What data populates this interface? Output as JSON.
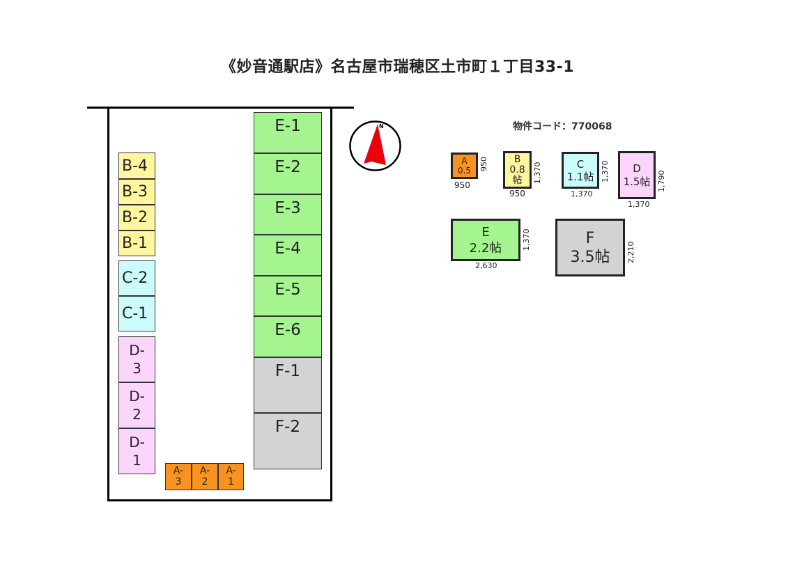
{
  "title": "《妙音通駅店》名古屋市瑞穂区土市町１丁目33-1",
  "property_code": "物件コード：770068",
  "compass": {
    "label": "N",
    "icon": "north-arrow-icon",
    "arrow_color": "#e8000b"
  },
  "colors": {
    "A": "#f7931e",
    "B": "#fff6a0",
    "C": "#ccfbfb",
    "D": "#fcd5fc",
    "E": "#a4f58f",
    "F": "#d3d3d3"
  },
  "units": {
    "B": [
      "B-4",
      "B-3",
      "B-2",
      "B-1"
    ],
    "C": [
      "C-2",
      "C-1"
    ],
    "D": [
      {
        "top": "D-",
        "bottom": "3"
      },
      {
        "top": "D-",
        "bottom": "2"
      },
      {
        "top": "D-",
        "bottom": "1"
      }
    ],
    "A": [
      {
        "top": "A-",
        "bottom": "3"
      },
      {
        "top": "A-",
        "bottom": "2"
      },
      {
        "top": "A-",
        "bottom": "1"
      }
    ],
    "E": [
      "E-1",
      "E-2",
      "E-3",
      "E-4",
      "E-5",
      "E-6"
    ],
    "F": [
      "F-1",
      "F-2"
    ]
  },
  "size_key": {
    "A": {
      "letter": "A",
      "size": "0.5",
      "width": "950",
      "depth": "950"
    },
    "B": {
      "letter": "B",
      "size": "0.8",
      "unit": "帖",
      "width": "950",
      "depth": "1,370"
    },
    "C": {
      "letter": "C",
      "size": "1.1帖",
      "width": "1,370",
      "depth": "1,370"
    },
    "D": {
      "letter": "D",
      "size": "1.5帖",
      "width": "1,370",
      "depth": "1,790"
    },
    "E": {
      "letter": "E",
      "size": "2.2帖",
      "width": "2,630",
      "depth": "1,370"
    },
    "F": {
      "letter": "F",
      "size": "3.5帖",
      "depth": "2,210"
    }
  }
}
